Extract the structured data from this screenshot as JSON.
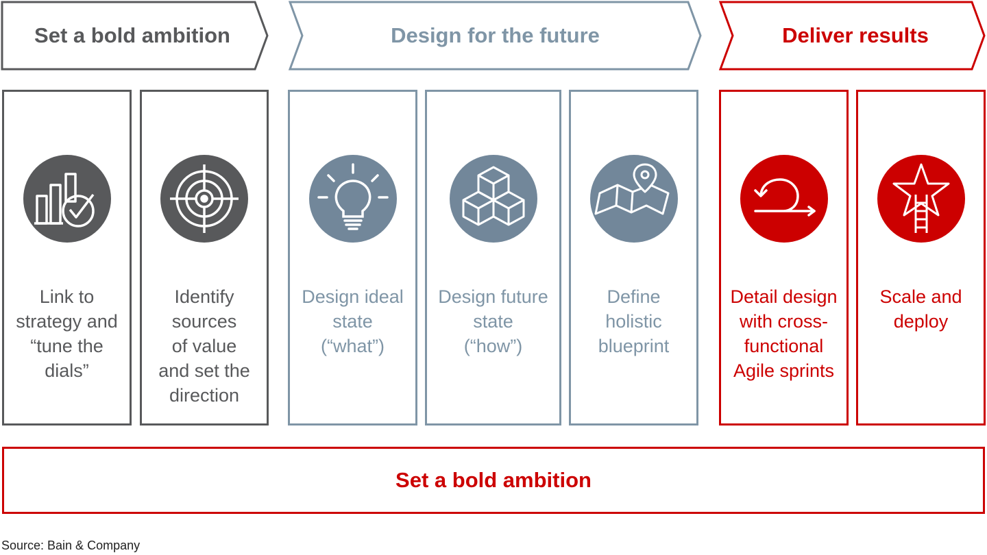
{
  "colors": {
    "gray": "#58595b",
    "blue": "#7f95a6",
    "red": "#cc0000"
  },
  "phases": [
    {
      "label": "Set a bold ambition",
      "color": "gray"
    },
    {
      "label": "Design for the future",
      "color": "blue"
    },
    {
      "label": "Deliver results",
      "color": "red"
    }
  ],
  "steps": [
    {
      "label": "Link to\nstrategy and\n“tune the\ndials”",
      "icon": "bar-chart-check-icon",
      "color": "gray"
    },
    {
      "label": "Identify\nsources\nof value\nand set the\ndirection",
      "icon": "target-icon",
      "color": "gray"
    },
    {
      "label": "Design ideal\nstate\n(“what”)",
      "icon": "lightbulb-icon",
      "color": "blue"
    },
    {
      "label": "Design future\nstate\n(“how”)",
      "icon": "cubes-icon",
      "color": "blue"
    },
    {
      "label": "Define\nholistic\nblueprint",
      "icon": "map-pin-icon",
      "color": "blue"
    },
    {
      "label": "Detail design\nwith cross-\nfunctional\nAgile sprints",
      "icon": "loop-arrow-icon",
      "color": "red"
    },
    {
      "label": "Scale and\ndeploy",
      "icon": "star-ladder-icon",
      "color": "red"
    }
  ],
  "banner": {
    "label": "Set a bold ambition"
  },
  "source": "Source: Bain & Company"
}
